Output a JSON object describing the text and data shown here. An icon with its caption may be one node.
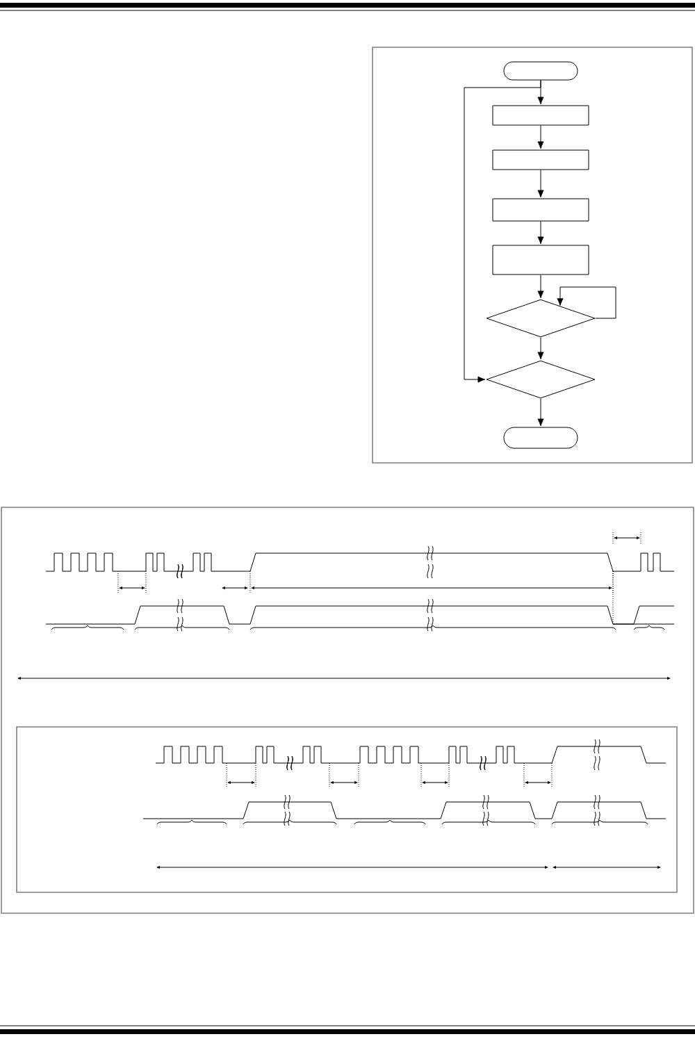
{
  "diagram": {
    "nodes": [
      {
        "text": [],
        "shape": "oval"
      },
      {
        "text": [],
        "shape": "box"
      },
      {
        "text": [],
        "shape": "box"
      },
      {
        "text": [],
        "shape": "box"
      },
      {
        "text": [],
        "shape": "box"
      },
      {
        "text": [],
        "shape": "diamond"
      },
      {
        "text": [],
        "shape": "diamond"
      },
      {
        "text": [],
        "shape": "oval"
      }
    ],
    "edges": [
      {
        "from": 0,
        "to": 1,
        "arrow": "to"
      },
      {
        "from": 1,
        "to": 2,
        "arrow": "to"
      },
      {
        "from": 2,
        "to": 3,
        "arrow": "to"
      },
      {
        "from": 3,
        "to": 4,
        "arrow": "to"
      },
      {
        "from": 4,
        "to": 5,
        "arrow": "to"
      },
      {
        "from": 5,
        "to": 5,
        "arrow": "to"
      },
      {
        "from": 5,
        "to": 6,
        "arrow": "to"
      },
      {
        "from": 0,
        "to": 6,
        "arrow": "to"
      },
      {
        "from": 6,
        "to": 7,
        "arrow": "to"
      }
    ]
  }
}
